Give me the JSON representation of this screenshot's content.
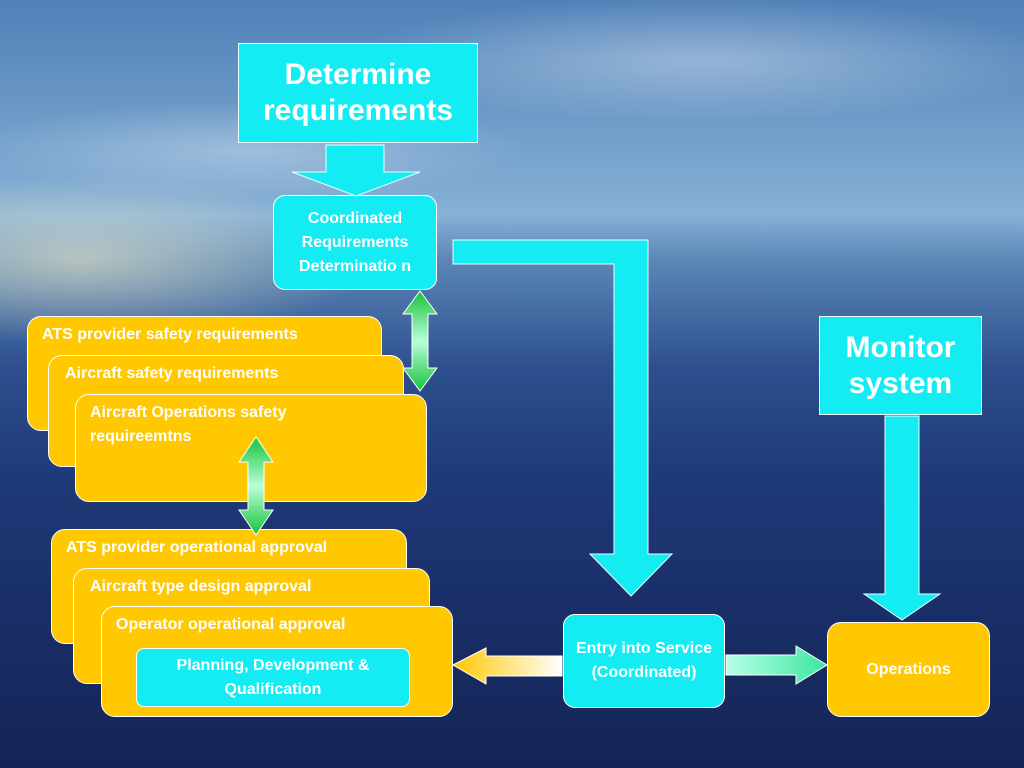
{
  "top_box": "Determine requirements",
  "coordinated": "Coordinated Requirements Determinatio n",
  "safety_requirements": [
    "ATS provider safety requirements",
    "Aircraft safety requirements",
    "Aircraft Operations safety requireemtns"
  ],
  "approvals": [
    "ATS provider operational approval",
    "Aircraft type design approval",
    "Operator operational approval"
  ],
  "planning": "Planning, Development & Qualification",
  "entry_service": "Entry into Service (Coordinated)",
  "monitor": "Monitor system",
  "operations": "Operations",
  "colors": {
    "cyan": "#14ecf4",
    "yellow": "#ffc800",
    "green": "#16c23a"
  }
}
